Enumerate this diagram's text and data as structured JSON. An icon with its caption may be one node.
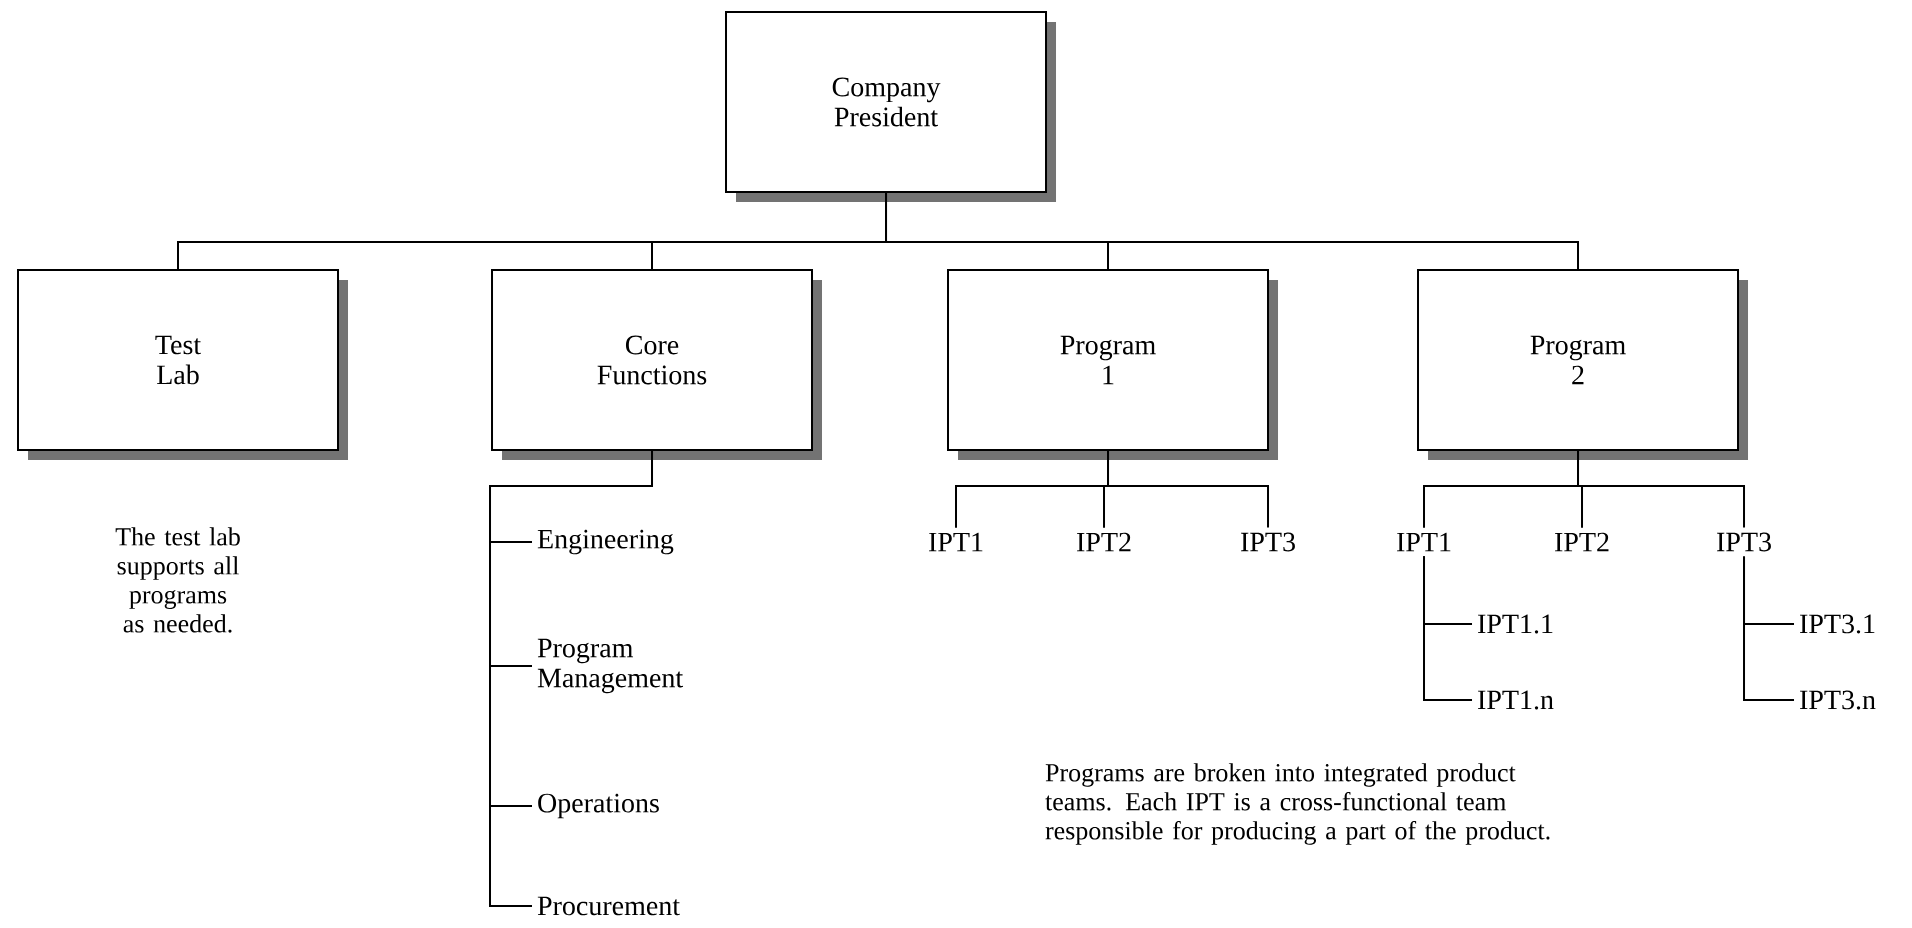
{
  "diagram": {
    "nodes": [
      {
        "text": [
          "Company President"
        ]
      },
      {
        "text": [
          "Test Lab"
        ]
      },
      {
        "text": [
          "Core Functions"
        ]
      },
      {
        "text": [
          "Program 1"
        ]
      },
      {
        "text": [
          "Program 2"
        ]
      },
      {
        "text": [
          "Engineering"
        ]
      },
      {
        "text": [
          "Program Management"
        ]
      },
      {
        "text": [
          "Operations"
        ]
      },
      {
        "text": [
          "Procurement"
        ]
      },
      {
        "text": [
          "IPT1"
        ]
      },
      {
        "text": [
          "IPT2"
        ]
      },
      {
        "text": [
          "IPT3"
        ]
      },
      {
        "text": [
          "IPT1"
        ]
      },
      {
        "text": [
          "IPT2"
        ]
      },
      {
        "text": [
          "IPT3"
        ]
      },
      {
        "text": [
          "IPT1.1"
        ]
      },
      {
        "text": [
          "IPT1.n"
        ]
      },
      {
        "text": [
          "IPT3.1"
        ]
      },
      {
        "text": [
          "IPT3.n"
        ]
      }
    ],
    "edges": [
      {
        "from": 0,
        "to": 1,
        "arrow": "none"
      },
      {
        "from": 0,
        "to": 2,
        "arrow": "none"
      },
      {
        "from": 0,
        "to": 3,
        "arrow": "none"
      },
      {
        "from": 0,
        "to": 4,
        "arrow": "none"
      },
      {
        "from": 2,
        "to": 5,
        "arrow": "none"
      },
      {
        "from": 2,
        "to": 6,
        "arrow": "none"
      },
      {
        "from": 2,
        "to": 7,
        "arrow": "none"
      },
      {
        "from": 2,
        "to": 8,
        "arrow": "none"
      },
      {
        "from": 3,
        "to": 9,
        "arrow": "none"
      },
      {
        "from": 3,
        "to": 10,
        "arrow": "none"
      },
      {
        "from": 3,
        "to": 11,
        "arrow": "none"
      },
      {
        "from": 4,
        "to": 12,
        "arrow": "none"
      },
      {
        "from": 4,
        "to": 13,
        "arrow": "none"
      },
      {
        "from": 4,
        "to": 14,
        "arrow": "none"
      },
      {
        "from": 12,
        "to": 15,
        "arrow": "none"
      },
      {
        "from": 12,
        "to": 16,
        "arrow": "none"
      },
      {
        "from": 14,
        "to": 17,
        "arrow": "none"
      },
      {
        "from": 14,
        "to": 18,
        "arrow": "none"
      }
    ],
    "labels": [
      "The test lab supports all programs as needed.",
      "Programs are broken into integrated product teams. Each IPT is a cross-functional team responsible for producing a part of the product."
    ]
  }
}
